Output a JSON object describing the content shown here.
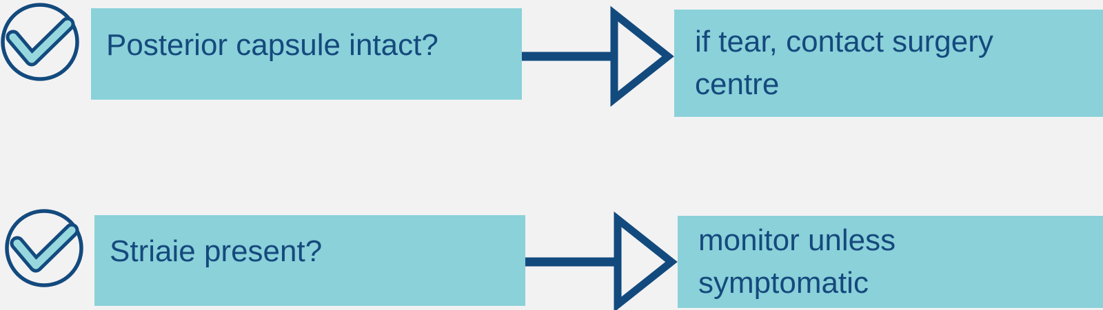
{
  "colors": {
    "background": "#f2f2f3",
    "box_fill": "#8ad1d9",
    "navy": "#134a7e",
    "text_navy": "#15497d",
    "check_fill": "#97d8df"
  },
  "icons": {
    "check": "check-circle-icon",
    "arrow": "arrow-right-icon"
  },
  "rows": [
    {
      "question": "Posterior capsule intact?",
      "action_lines": [
        "if tear, contact surgery",
        "centre"
      ]
    },
    {
      "question": "Striaie present?",
      "action_lines": [
        "monitor unless",
        "symptomatic"
      ]
    }
  ]
}
